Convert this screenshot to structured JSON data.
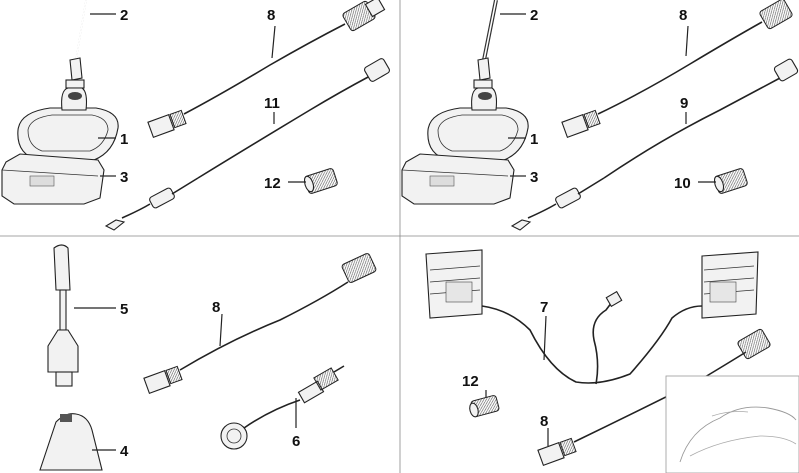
{
  "colors": {
    "line": "#222222",
    "fill": "#f2f2f2",
    "background": "#ffffff"
  },
  "panels": [
    {
      "id": "top-left",
      "callouts": [
        "2",
        "8",
        "11",
        "1",
        "3",
        "12"
      ]
    },
    {
      "id": "top-right",
      "callouts": [
        "2",
        "8",
        "9",
        "1",
        "3",
        "10"
      ]
    },
    {
      "id": "bottom-left",
      "callouts": [
        "5",
        "8",
        "6",
        "4"
      ]
    },
    {
      "id": "bottom-right",
      "callouts": [
        "7",
        "12",
        "8"
      ]
    }
  ]
}
